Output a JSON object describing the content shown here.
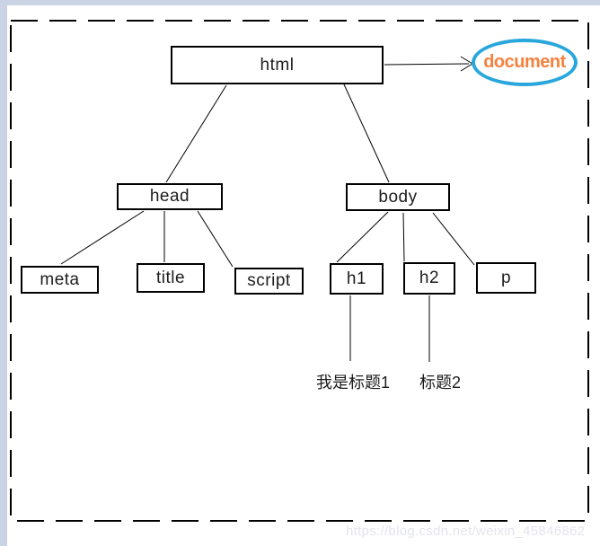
{
  "diagram": {
    "nodes": {
      "html": {
        "label": "html"
      },
      "head": {
        "label": "head"
      },
      "body": {
        "label": "body"
      },
      "meta": {
        "label": "meta"
      },
      "title": {
        "label": "title"
      },
      "script": {
        "label": "script"
      },
      "h1": {
        "label": "h1"
      },
      "h2": {
        "label": "h2"
      },
      "p": {
        "label": "p"
      }
    },
    "document_node": {
      "label": "document"
    },
    "captions": {
      "h1_caption": "我是标题1",
      "h2_caption": "标题2"
    },
    "watermark": "https://blog.csdn.net/weixin_45846862",
    "colors": {
      "ellipse_border": "#29a7dc",
      "document_text": "#f5813e",
      "line": "#000000",
      "chrome_strip": "#cbd4e4",
      "watermark_text": "#e4e4ee"
    }
  }
}
